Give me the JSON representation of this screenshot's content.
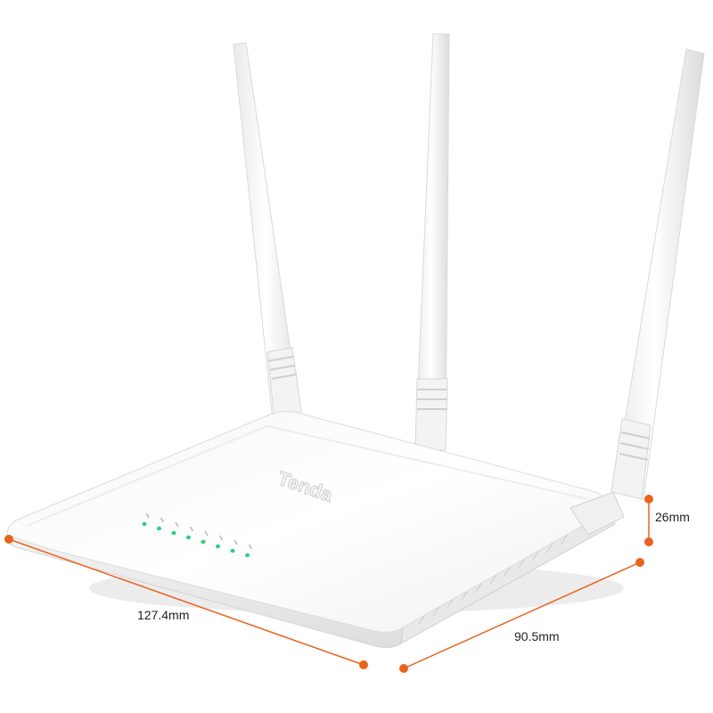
{
  "product": {
    "brand": "Tenda",
    "led_count": 8
  },
  "dimensions": {
    "width": "127.4mm",
    "depth": "90.5mm",
    "height": "26mm"
  },
  "colors": {
    "dimension_accent": "#e8641e",
    "led": "#2fd07a",
    "body": "#ffffff",
    "shadow": "#d8d8d8"
  }
}
